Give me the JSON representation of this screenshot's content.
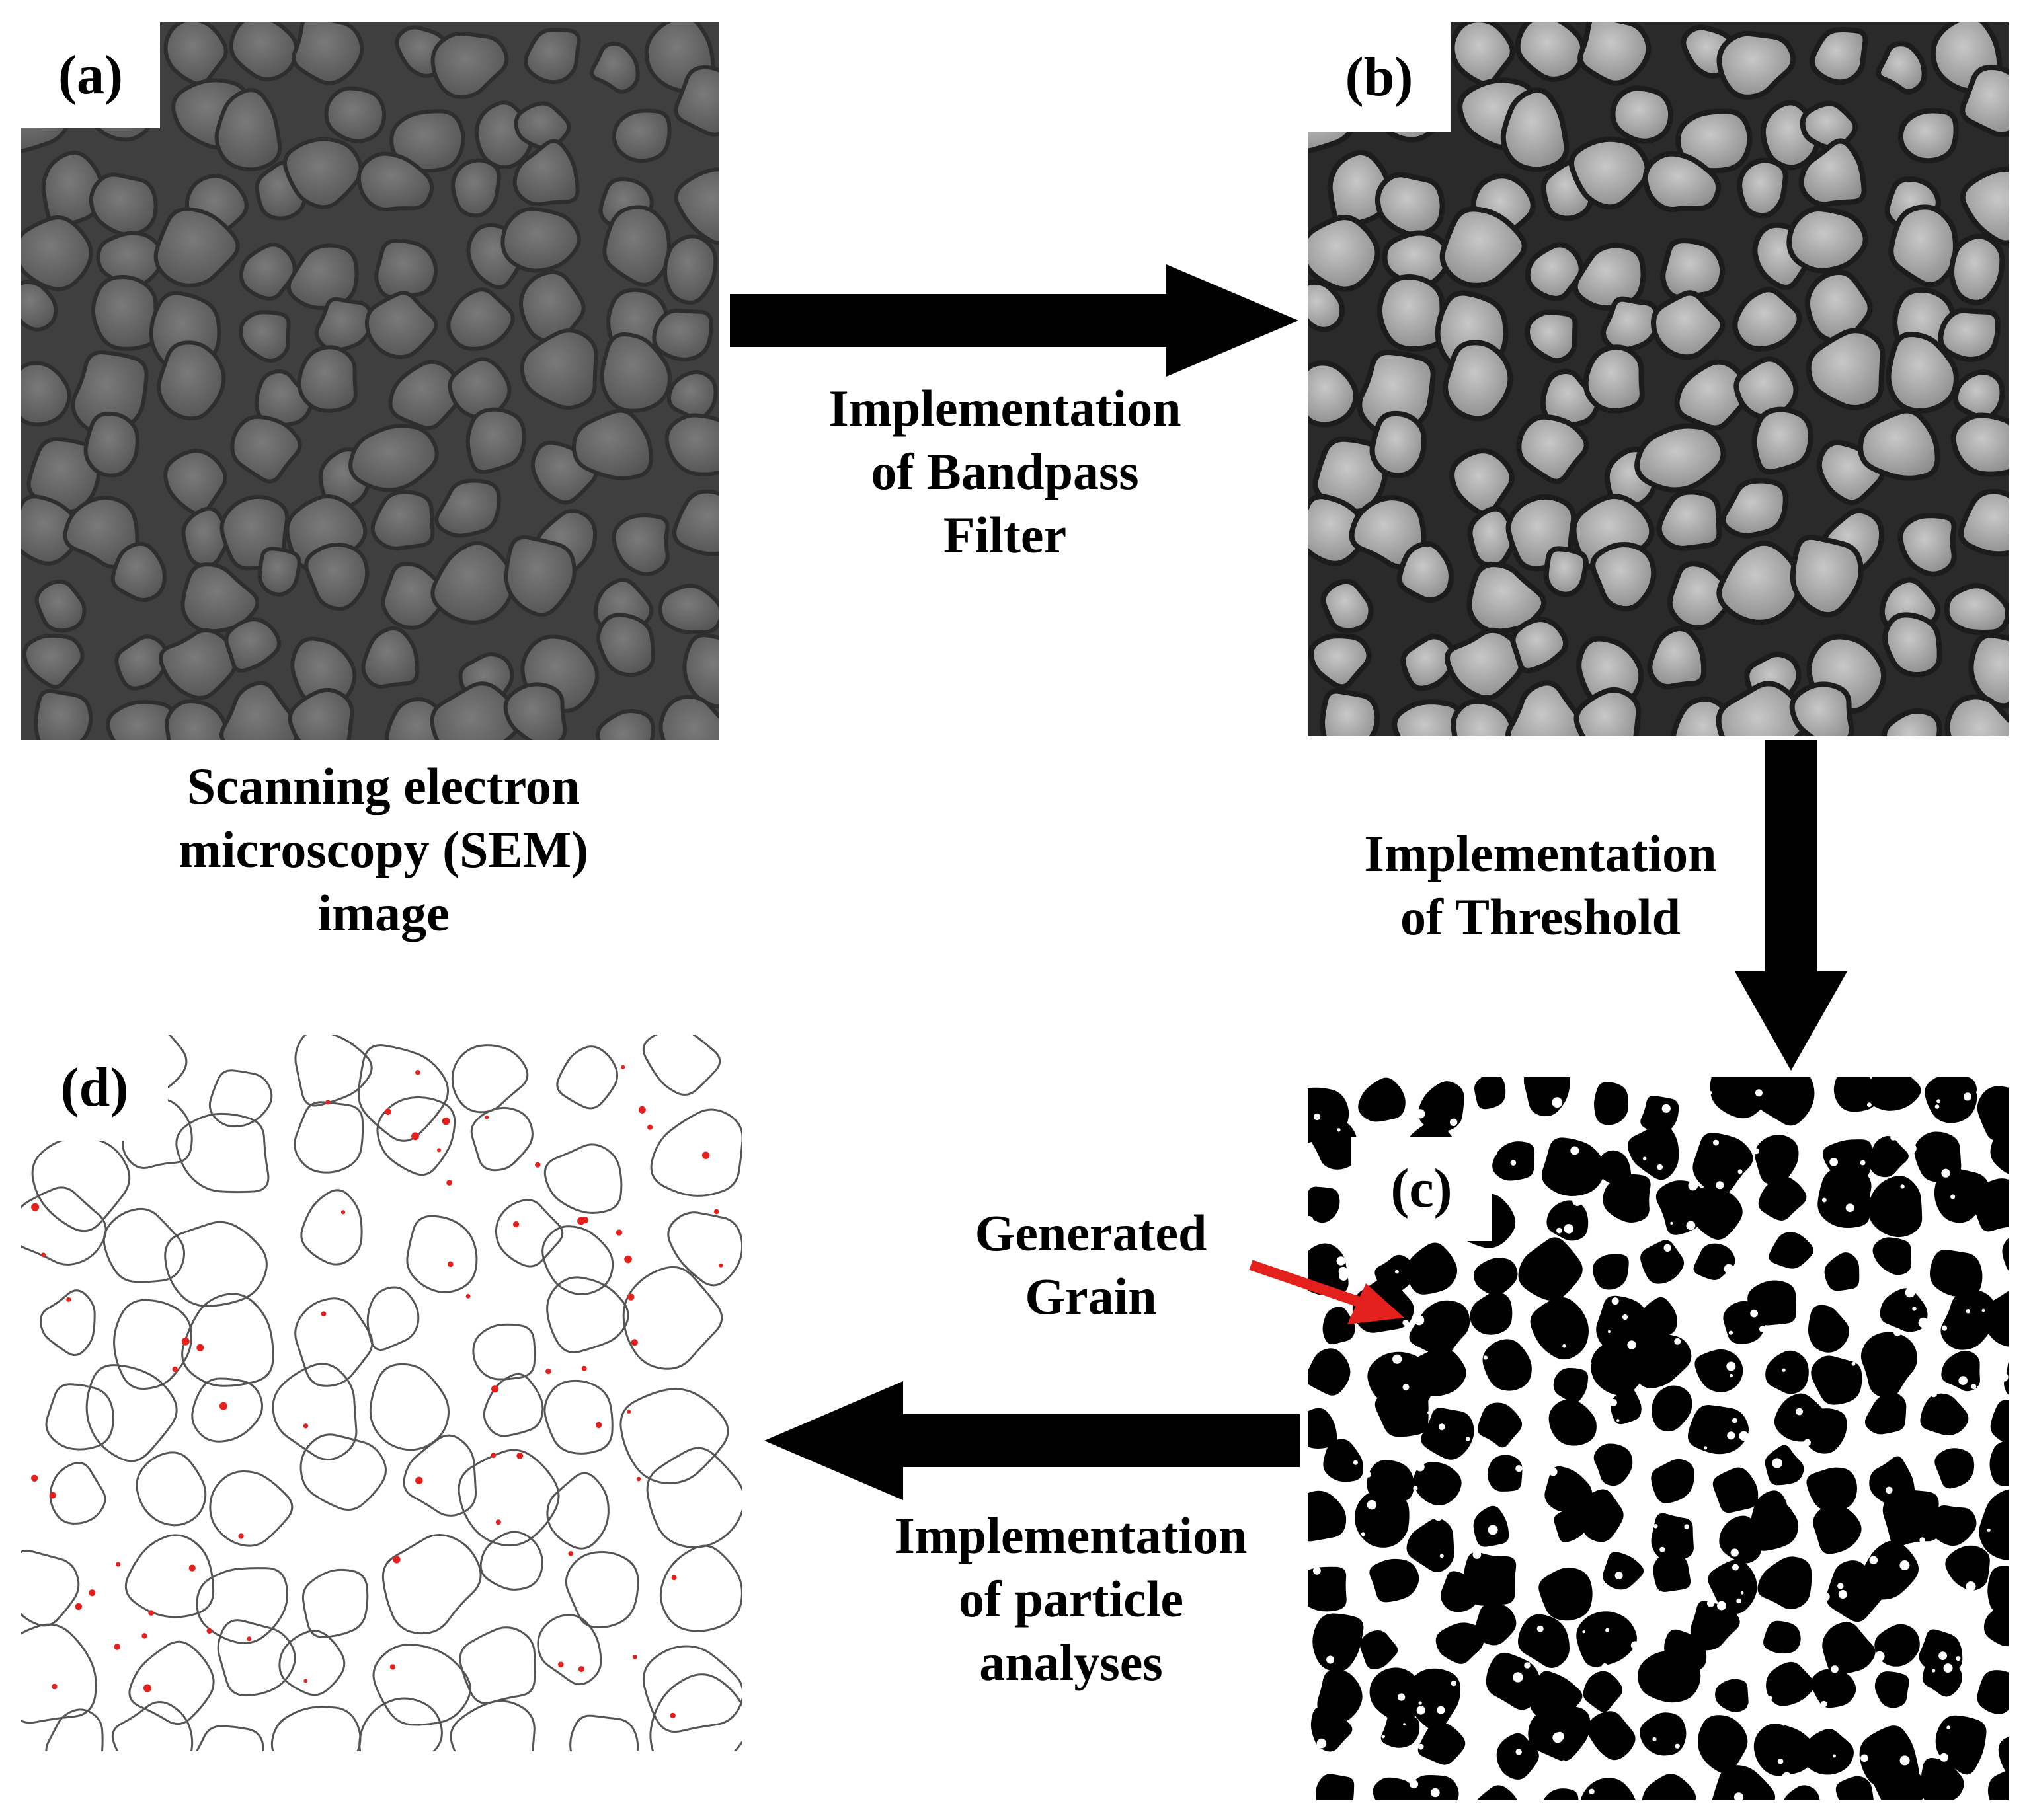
{
  "panels": {
    "a": {
      "tag": "(a)"
    },
    "b": {
      "tag": "(b)"
    },
    "c": {
      "tag": "(c)"
    },
    "d": {
      "tag": "(d)"
    }
  },
  "captions": {
    "sem": [
      "Scanning electron",
      "microscopy (SEM)",
      "image"
    ],
    "bandpass": [
      "Implementation",
      "of Bandpass",
      "Filter"
    ],
    "threshold": [
      "Implementation",
      "of Threshold"
    ],
    "particle": [
      "Implementation",
      "of particle",
      "analyses"
    ],
    "grain": [
      "Generated",
      "Grain"
    ]
  },
  "colors": {
    "sem_bg": "#3f3f3f",
    "sem_grain": "#6d6d6d",
    "filtered_bg": "#2a2a2a",
    "filtered_grain": "#a9a9a9",
    "threshold_black": "#000000",
    "threshold_white": "#ffffff",
    "outline": "#555555",
    "particle_marker": "#e3201b",
    "pointer_arrow": "#e3201b"
  }
}
